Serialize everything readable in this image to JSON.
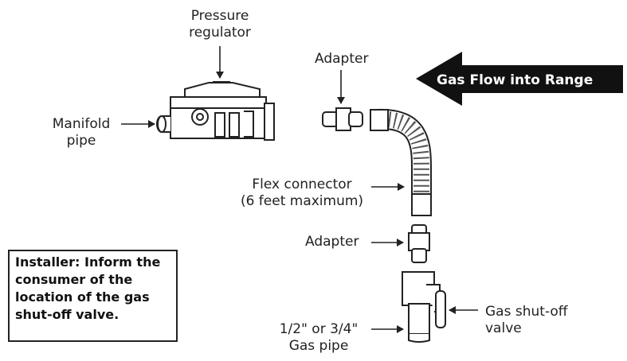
{
  "labels": {
    "pressure_regulator": [
      "Pressure",
      "regulator"
    ],
    "manifold_pipe": [
      "Manifold",
      "pipe"
    ],
    "adapter_top": "Adapter",
    "flex_connector": [
      "Flex connector",
      "(6 feet maximum)"
    ],
    "adapter_bottom": "Adapter",
    "gas_pipe": [
      "1/2\" or 3/4\"",
      "Gas pipe"
    ],
    "shutoff_valve": [
      "Gas shut-off",
      "valve"
    ]
  },
  "flow_arrow": {
    "text": "Gas Flow into Range",
    "fill": "#111111",
    "text_color": "#ffffff"
  },
  "note": {
    "lines": [
      "Installer: Inform the",
      "consumer of the",
      "location of the gas",
      "shut-off valve."
    ]
  },
  "colors": {
    "line": "#222222",
    "part_fill": "#ffffff"
  }
}
